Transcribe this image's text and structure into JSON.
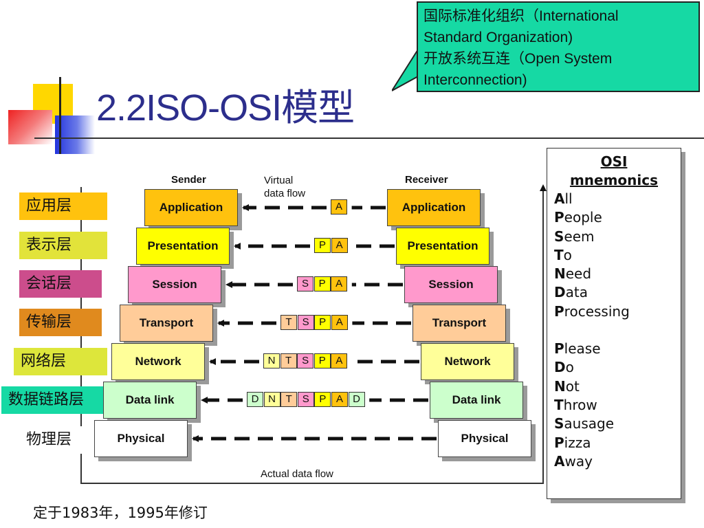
{
  "title": "2.2ISO-OSI模型",
  "callout": {
    "lines": [
      "国际标准化组织（International",
      "Standard Organization)",
      "开放系统互连（Open System",
      "Interconnection)"
    ],
    "fill_color": "#16d9a4"
  },
  "headings": {
    "sender": "Sender",
    "receiver": "Receiver",
    "virtual_flow_line1": "Virtual",
    "virtual_flow_line2": "data flow",
    "actual_flow": "Actual data flow"
  },
  "layers": [
    {
      "name": "Application",
      "cn": "应用层",
      "color": "#ffc20e",
      "cn_color": "#ffc20e",
      "headers": [
        "A"
      ],
      "header_colors": [
        "#ffc20e"
      ]
    },
    {
      "name": "Presentation",
      "cn": "表示层",
      "color": "#ffff00",
      "cn_color": "#e2e33a",
      "headers": [
        "P",
        "A"
      ],
      "header_colors": [
        "#ffff00",
        "#ffc20e"
      ]
    },
    {
      "name": "Session",
      "cn": "会话层",
      "color": "#ff99cc",
      "cn_color": "#cc4d8c",
      "headers": [
        "S",
        "P",
        "A"
      ],
      "header_colors": [
        "#ff99cc",
        "#ffff00",
        "#ffc20e"
      ]
    },
    {
      "name": "Transport",
      "cn": "传输层",
      "color": "#ffcc99",
      "cn_color": "#e08a1e",
      "headers": [
        "T",
        "S",
        "P",
        "A"
      ],
      "header_colors": [
        "#ffcc99",
        "#ff99cc",
        "#ffff00",
        "#ffc20e"
      ]
    },
    {
      "name": "Network",
      "cn": "网络层",
      "color": "#ffff99",
      "cn_color": "#dde63b",
      "headers": [
        "N",
        "T",
        "S",
        "P",
        "A"
      ],
      "header_colors": [
        "#ffff99",
        "#ffcc99",
        "#ff99cc",
        "#ffff00",
        "#ffc20e"
      ]
    },
    {
      "name": "Data link",
      "cn": "数据链路层",
      "color": "#ccffcc",
      "cn_color": "#16d9a4",
      "headers": [
        "D",
        "N",
        "T",
        "S",
        "P",
        "A",
        "D"
      ],
      "header_colors": [
        "#ccffcc",
        "#ffff99",
        "#ffcc99",
        "#ff99cc",
        "#ffff00",
        "#ffc20e",
        "#ccffcc"
      ]
    },
    {
      "name": "Physical",
      "cn": "物理层",
      "color": "#ffffff",
      "cn_color": "#ffffff",
      "headers": [],
      "header_colors": []
    }
  ],
  "mnemonics": {
    "title_line1": "OSI",
    "title_line2": "mnemonics",
    "group1": [
      {
        "first": "A",
        "rest": "ll"
      },
      {
        "first": "P",
        "rest": "eople"
      },
      {
        "first": "S",
        "rest": "eem"
      },
      {
        "first": "T",
        "rest": "o"
      },
      {
        "first": "N",
        "rest": "eed"
      },
      {
        "first": "D",
        "rest": "ata"
      },
      {
        "first": "P",
        "rest": "rocessing"
      }
    ],
    "group2": [
      {
        "first": "P",
        "rest": "lease"
      },
      {
        "first": "D",
        "rest": "o"
      },
      {
        "first": "N",
        "rest": "ot"
      },
      {
        "first": "T",
        "rest": "hrow"
      },
      {
        "first": "S",
        "rest": "ausage"
      },
      {
        "first": "P",
        "rest": "izza"
      },
      {
        "first": "A",
        "rest": "way"
      }
    ]
  },
  "footer": "定于1983年，1995年修订",
  "colors": {
    "title": "#2c2e8c",
    "deco_yellow": "#ffd700",
    "deco_blue": "#2233dd",
    "deco_red": "#ee2222"
  }
}
